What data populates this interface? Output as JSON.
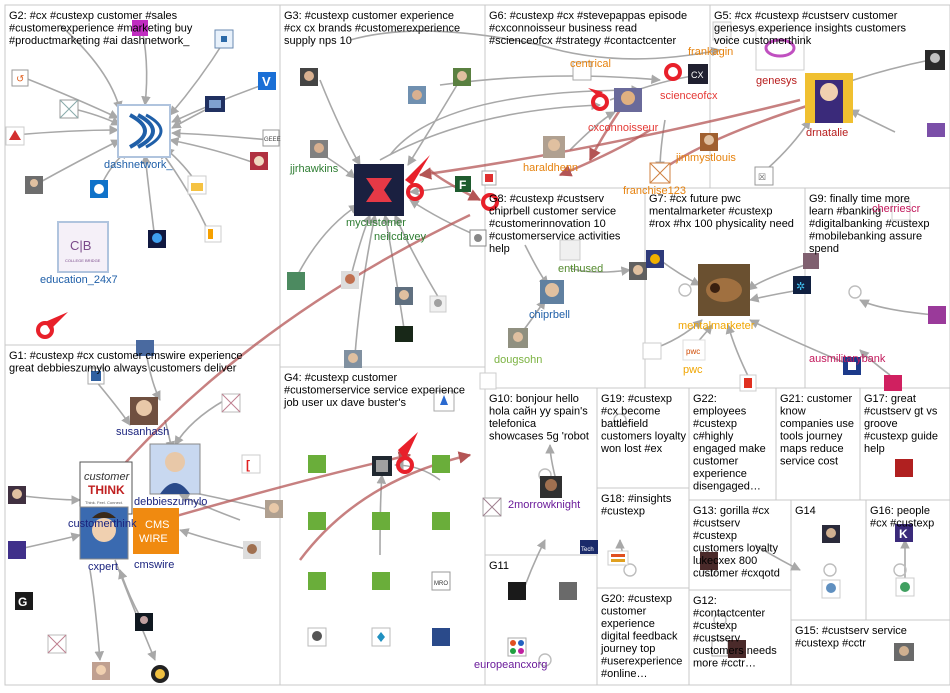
{
  "groups": [
    {
      "id": "G2",
      "lines": [
        "G2: #cx #custexp customer #sales",
        "#customerexperience #marketing buy",
        "#productmarketing #ai dashnetwork_"
      ]
    },
    {
      "id": "G3",
      "lines": [
        "G3: #custexp customer experience",
        "#cx cx brands #customerexperience",
        "supply nps 10"
      ]
    },
    {
      "id": "G6",
      "lines": [
        "G6: #custexp #cx #stevepappas episode",
        "#cxconnoisseur business read",
        "#scienceofcx #strategy #contactcenter"
      ]
    },
    {
      "id": "G5",
      "lines": [
        "G5: #cx #custexp #custserv customer",
        "genesys experience insights customers",
        "voice customerthink"
      ]
    },
    {
      "id": "G8",
      "lines": [
        "G8: #custexp #custserv",
        "chiprbell customer service",
        "#customerinnovation 10",
        "#customerservice activities",
        "help"
      ]
    },
    {
      "id": "G7",
      "lines": [
        "G7: #cx future pwc",
        "mentalmarketer #custexp",
        "#rox #hx 100 physicality need"
      ]
    },
    {
      "id": "G9",
      "lines": [
        "G9: finally time more",
        "learn #banking",
        "#digitalbanking #custexp",
        "#mobilebanking assure",
        "spend"
      ]
    },
    {
      "id": "G1",
      "lines": [
        "G1: #custexp #cx customer cmswire experience",
        "great debbieszumylo always customers deliver"
      ]
    },
    {
      "id": "G4",
      "lines": [
        "G4: #custexp customer",
        "#customerservice service experience",
        "job user ux dave buster's"
      ]
    },
    {
      "id": "G10",
      "lines": [
        "G10: bonjour hello",
        "hola сайн уу spain's",
        "telefonica",
        "showcases 5g 'robot"
      ]
    },
    {
      "id": "G19",
      "lines": [
        "G19: #custexp",
        "#cx become",
        "battlefield",
        "customers loyalty",
        "won lost #ex"
      ]
    },
    {
      "id": "G22",
      "lines": [
        "G22:",
        "employees",
        "#custexp",
        "c#highly",
        "engaged make",
        "customer",
        "experience",
        "disengaged…"
      ]
    },
    {
      "id": "G21",
      "lines": [
        "G21: customer",
        "know",
        "companies use",
        "tools journey",
        "maps reduce",
        "service cost"
      ]
    },
    {
      "id": "G17",
      "lines": [
        "G17: great",
        "#custserv gt vs",
        "groove",
        "#custexp guide",
        "help"
      ]
    },
    {
      "id": "G18",
      "lines": [
        "G18: #insights",
        "#custexp"
      ]
    },
    {
      "id": "G13",
      "lines": [
        "G13: gorilla #cx",
        "#custserv",
        "#custexp",
        "customers loyalty",
        "lukecxex 800",
        "customer #cxqotd"
      ]
    },
    {
      "id": "G14",
      "lines": [
        "G14"
      ]
    },
    {
      "id": "G16",
      "lines": [
        "G16: people",
        "#cx #custexp"
      ]
    },
    {
      "id": "G11",
      "lines": [
        "G11"
      ]
    },
    {
      "id": "G20",
      "lines": [
        "G20: #custexp",
        "customer",
        "experience",
        "digital feedback",
        "journey top",
        "#userexperience",
        "#online…"
      ]
    },
    {
      "id": "G12",
      "lines": [
        "G12:",
        "#contactcenter",
        "#custexp",
        "#custserv",
        "customers needs",
        "more #cctr…"
      ]
    },
    {
      "id": "G15",
      "lines": [
        "G15: #custserv service",
        "#custexp #cctr"
      ]
    }
  ],
  "nodes": [
    {
      "id": "dashnetwork_",
      "label": "dashnetwork_",
      "color": "#1f5fa8",
      "icon": "dashnetwork-logo"
    },
    {
      "id": "education_24x7",
      "label": "education_24x7",
      "color": "#1f5fa8",
      "icon": "college-logo"
    },
    {
      "id": "jjrhawkins",
      "label": "jjrhawkins",
      "color": "#2e7d32"
    },
    {
      "id": "mycustomer",
      "label": "mycustomer",
      "color": "#2e7d32",
      "icon": "mycustomer-logo"
    },
    {
      "id": "neilcdavey",
      "label": "neilcdavey",
      "color": "#2e7d32"
    },
    {
      "id": "centrical",
      "label": "centrical",
      "color": "#e6820e"
    },
    {
      "id": "frankagin",
      "label": "frankagin",
      "color": "#e6820e"
    },
    {
      "id": "cxconnoisseur",
      "label": "cxconnoisseur",
      "color": "#e53935"
    },
    {
      "id": "scienceofcx",
      "label": "scienceofcx",
      "color": "#e53935"
    },
    {
      "id": "genesys",
      "label": "genesys",
      "color": "#b71c1c",
      "icon": "genesys-logo"
    },
    {
      "id": "drnatalie",
      "label": "drnatalie",
      "color": "#b71c1c"
    },
    {
      "id": "haraldhenn",
      "label": "haraldhenn",
      "color": "#e6820e"
    },
    {
      "id": "jimmystlouis",
      "label": "jimmystlouis",
      "color": "#e6820e"
    },
    {
      "id": "franchise123",
      "label": "franchise123",
      "color": "#e6820e"
    },
    {
      "id": "enthused",
      "label": "enthused",
      "color": "#558b2f"
    },
    {
      "id": "chiprbell",
      "label": "chiprbell",
      "color": "#1f5fa8"
    },
    {
      "id": "dougsohn",
      "label": "dougsohn",
      "color": "#7cb342"
    },
    {
      "id": "mentalmarketer",
      "label": "mentalmarketer",
      "color": "#f0a500"
    },
    {
      "id": "pwc",
      "label": "pwc",
      "color": "#f0a500",
      "icon": "pwc-logo"
    },
    {
      "id": "ausmilitarybank",
      "label": "ausmilitarybank",
      "color": "#c2185b"
    },
    {
      "id": "cherriescr",
      "label": "cherriescr",
      "color": "#c2185b"
    },
    {
      "id": "susanhash",
      "label": "susanhash",
      "color": "#1a237e"
    },
    {
      "id": "debbieszumylo",
      "label": "debbieszumylo",
      "color": "#1a237e"
    },
    {
      "id": "customerthink",
      "label": "customerthink",
      "color": "#1a237e",
      "icon": "customerthink-logo"
    },
    {
      "id": "cmswire",
      "label": "cmswire",
      "color": "#1a237e",
      "icon": "cmswire-logo"
    },
    {
      "id": "cxpert",
      "label": "cxpert",
      "color": "#1a237e"
    },
    {
      "id": "2morrowknight",
      "label": "2morrowknight",
      "color": "#6a1b9a"
    },
    {
      "id": "europeancxorg",
      "label": "europeancxorg",
      "color": "#6a1b9a",
      "icon": "europeancx-logo"
    }
  ],
  "logos": {
    "customerthink": {
      "line1": "customer",
      "line2": "THINK",
      "line3": "Think. Feel. Connect."
    },
    "cmswire": {
      "line1": "CMS",
      "line2": "WIRE"
    },
    "college": {
      "text": "C|B",
      "sub": "COLLEGE BRIDGE"
    },
    "genesys": {
      "text": "genesys"
    },
    "pwc": {
      "text": "pwc"
    }
  },
  "colors": {
    "edge_gray": "#a8a8a8",
    "edge_brown": "#b45555",
    "grid_line": "#c8c8c8",
    "marker_red": "#e8202a"
  }
}
